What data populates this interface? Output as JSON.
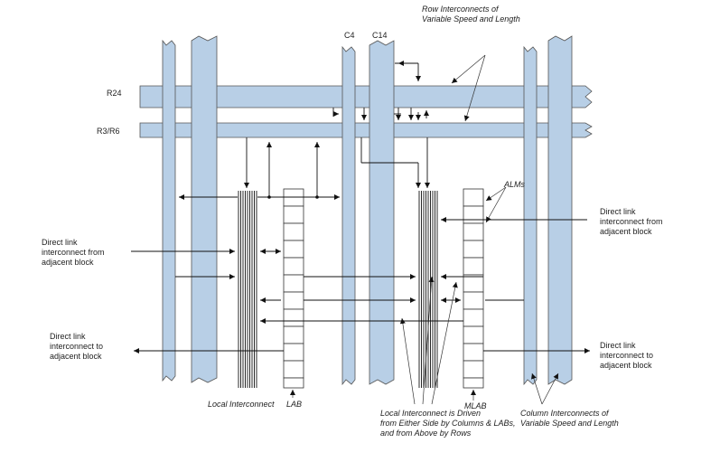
{
  "labels": {
    "c4": "C4",
    "c14": "C14",
    "row_note": "Row Interconnects of\nVariable Speed and Length",
    "r24": "R24",
    "r3r6": "R3/R6",
    "alms": "ALMs",
    "direct_from_left": "Direct link\ninterconnect from\nadjacent block",
    "direct_from_right": "Direct link\ninterconnect from\nadjacent block",
    "direct_to_left": "Direct link\ninterconnect to\nadjacent block",
    "direct_to_right": "Direct link\ninterconnect to\nadjacent block",
    "local_interconnect": "Local Interconnect",
    "lab": "LAB",
    "mlab": "MLAB",
    "local_driven_note": "Local Interconnect is Driven\nfrom Either Side by Columns & LABs,\nand from Above by Rows",
    "column_note": "Column Interconnects of\nVariable Speed and Length"
  }
}
